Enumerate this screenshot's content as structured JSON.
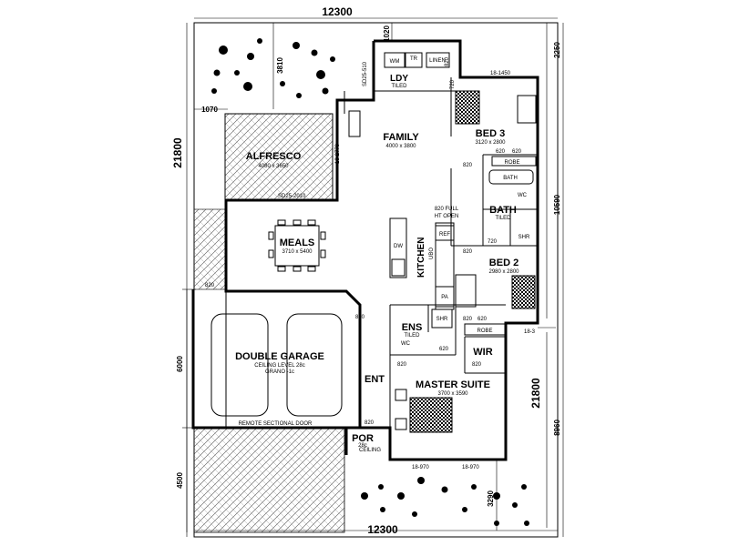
{
  "dimensions": {
    "top_width": "12300",
    "bottom_width": "12300",
    "left_depth": "21800",
    "right_depth": "21800",
    "top_setback": "1020",
    "top_right_setback": "2250",
    "rear_yard": "3810",
    "alfresco_offset": "1070",
    "garage_depth": "6000",
    "front_yard": "4500",
    "right_side_upper": "10590",
    "right_side_lower": "8960",
    "front_setback": "3290"
  },
  "rooms": {
    "laundry": {
      "name": "LDY",
      "finish": "TILED"
    },
    "family": {
      "name": "FAMILY",
      "size": "4000 x 3800"
    },
    "bed3": {
      "name": "BED 3",
      "size": "3120 x 2800"
    },
    "alfresco": {
      "name": "ALFRESCO",
      "size": "4080 x 3650"
    },
    "bath": {
      "name": "BATH",
      "finish": "TILED"
    },
    "meals": {
      "name": "MEALS",
      "size": "3710 x 5400"
    },
    "kitchen": {
      "name": "KITCHEN"
    },
    "bed2": {
      "name": "BED 2",
      "size": "2980 x 2800"
    },
    "garage": {
      "name": "DOUBLE GARAGE",
      "ceiling": "CEILING LEVEL 28c",
      "floor": "GRANO -1c"
    },
    "ensuite": {
      "name": "ENS",
      "finish": "TILED"
    },
    "wir": {
      "name": "WIR"
    },
    "master": {
      "name": "MASTER SUITE",
      "size": "3700 x 3590"
    },
    "entry": {
      "name": "ENT"
    },
    "porch": {
      "name": "POR",
      "ceiling": "28c",
      "ceiling_label": "CEILING"
    }
  },
  "fixtures": {
    "wm": "WM",
    "tr": "TR",
    "linen": "LINEN",
    "robe": "ROBE",
    "bath_fixture": "BATH",
    "wc": "WC",
    "shr": "SHR",
    "ref": "REF",
    "dw": "DW",
    "ubo": "UBO",
    "pa": "PA",
    "garage_door": "REMOTE SECTIONAL DOOR"
  },
  "annotations": {
    "sd_laundry": "SD25-510",
    "sd_alfresco": "SD25-2010",
    "opening_top": "820 FULL",
    "opening_bottom": "HT OPEN",
    "win_bed3_top": "18-1450",
    "win_alfresco": "18-2770",
    "win_bed2": "18-3",
    "win_master_left": "18-970",
    "win_master_right": "18-970",
    "door_820": "820",
    "door_720": "720",
    "door_620": "620"
  }
}
